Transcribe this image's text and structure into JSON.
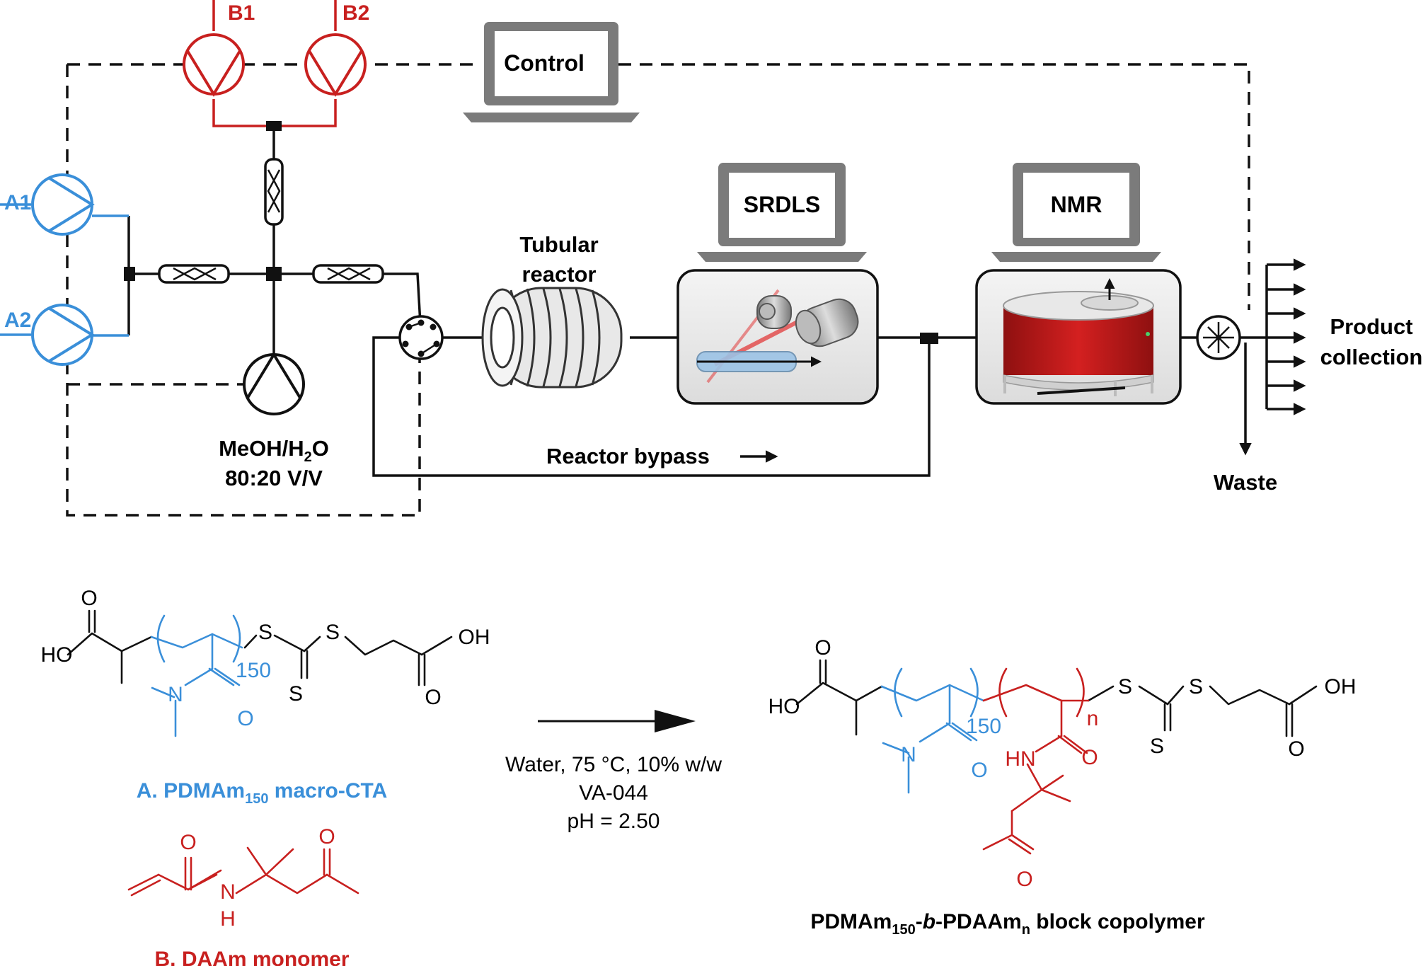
{
  "flow_scheme": {
    "pumps": {
      "a1": "A1",
      "a2": "A2",
      "b1": "B1",
      "b2": "B2"
    },
    "control_label": "Control",
    "solvent_line1": "MeOH/H",
    "solvent_sub": "2",
    "solvent_o": "O",
    "solvent_line2": "80:20 V/V",
    "reactor_line1": "Tubular",
    "reactor_line2": "reactor",
    "srdls_label": "SRDLS",
    "nmr_label": "NMR",
    "bypass_label": "Reactor bypass",
    "product_line1": "Product",
    "product_line2": "collection",
    "waste_label": "Waste"
  },
  "chemistry": {
    "macro_cta_prefix": "A. PDMAm",
    "macro_cta_sub": "150",
    "macro_cta_suffix": " macro-CTA",
    "monomer_label": "B. DAAm monomer",
    "conditions_line1": "Water, 75 °C, 10% w/w",
    "conditions_line2": "VA-044",
    "conditions_line3": "pH = 2.50",
    "product_p1": "PDMAm",
    "product_sub1": "150",
    "product_p2": "-",
    "product_b": "b",
    "product_p3": "-PDAAm",
    "product_sub2": "n",
    "product_p4": " block copolymer",
    "atoms": {
      "O": "O",
      "HO": "HO",
      "OH": "OH",
      "S": "S",
      "N": "N",
      "HN": "HN",
      "H": "H",
      "dp150": "150",
      "n": "n"
    }
  },
  "colors": {
    "blue": "#3a8fd9",
    "red": "#c8201f",
    "black": "#111111"
  }
}
